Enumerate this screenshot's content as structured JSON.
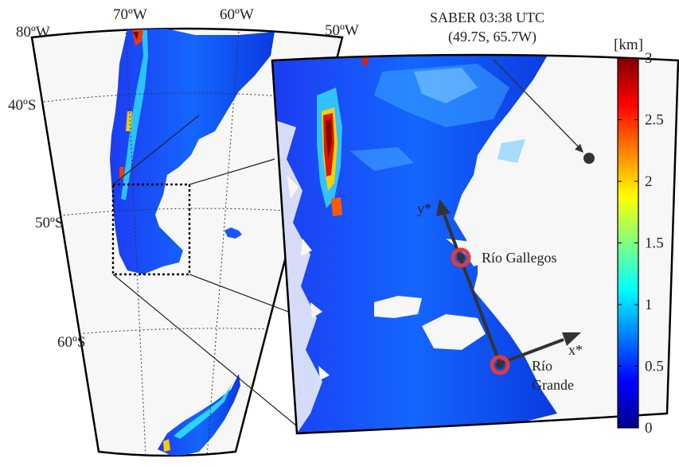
{
  "overview_map": {
    "lon_labels": [
      "80ºW",
      "70ºW",
      "60ºW",
      "50ºW"
    ],
    "lat_labels": [
      "40ºS",
      "50ºS",
      "60ºS"
    ]
  },
  "inset_map": {
    "saber_title": "SABER 03:38 UTC",
    "saber_coords": "(49.7S, 65.7W)",
    "saber_position": {
      "lat": -49.7,
      "lon": -65.7
    },
    "stations": [
      {
        "name": "Río Gallegos",
        "name_line1": "Río Gallegos",
        "name_line2": ""
      },
      {
        "name": "Río Grande",
        "name_line1": "Río",
        "name_line2": "Grande"
      }
    ],
    "axes": {
      "x_label": "x*",
      "y_label": "y*"
    },
    "station_color": "#e23a3a"
  },
  "colorbar": {
    "unit": "[km]",
    "ticks": [
      "0",
      "0.5",
      "1",
      "1.5",
      "2",
      "2.5",
      "3"
    ],
    "range": [
      0,
      3
    ],
    "colormap": "jet"
  }
}
